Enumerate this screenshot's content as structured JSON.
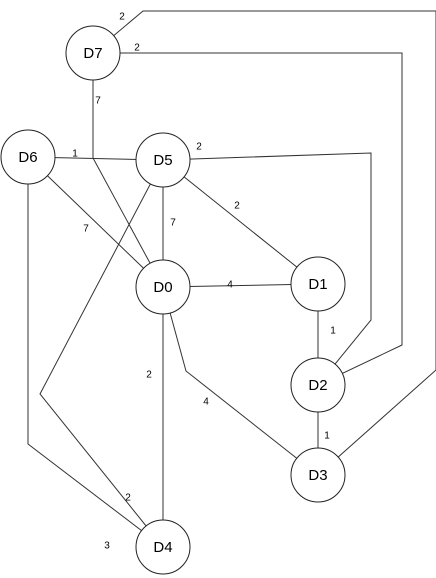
{
  "nodes": [
    {
      "id": "D7",
      "label": "D7"
    },
    {
      "id": "D6",
      "label": "D6"
    },
    {
      "id": "D5",
      "label": "D5"
    },
    {
      "id": "D0",
      "label": "D0"
    },
    {
      "id": "D1",
      "label": "D1"
    },
    {
      "id": "D2",
      "label": "D2"
    },
    {
      "id": "D3",
      "label": "D3"
    },
    {
      "id": "D4",
      "label": "D4"
    }
  ],
  "edges": [
    {
      "from": "D7",
      "to": "D0",
      "weight": "7"
    },
    {
      "from": "D7",
      "to": "D3",
      "weight": "2"
    },
    {
      "from": "D7",
      "to": "D2",
      "weight": "2"
    },
    {
      "from": "D6",
      "to": "D5",
      "weight": "1"
    },
    {
      "from": "D6",
      "to": "D0",
      "weight": "7"
    },
    {
      "from": "D6",
      "to": "D4",
      "weight": "3"
    },
    {
      "from": "D5",
      "to": "D0",
      "weight": "7"
    },
    {
      "from": "D5",
      "to": "D1",
      "weight": "2"
    },
    {
      "from": "D5",
      "to": "D2",
      "weight": "2"
    },
    {
      "from": "D5",
      "to": "D4",
      "weight": "2"
    },
    {
      "from": "D0",
      "to": "D1",
      "weight": "4"
    },
    {
      "from": "D0",
      "to": "D3",
      "weight": "4"
    },
    {
      "from": "D0",
      "to": "D4",
      "weight": "2"
    },
    {
      "from": "D1",
      "to": "D2",
      "weight": "1"
    },
    {
      "from": "D2",
      "to": "D3",
      "weight": "1"
    }
  ]
}
